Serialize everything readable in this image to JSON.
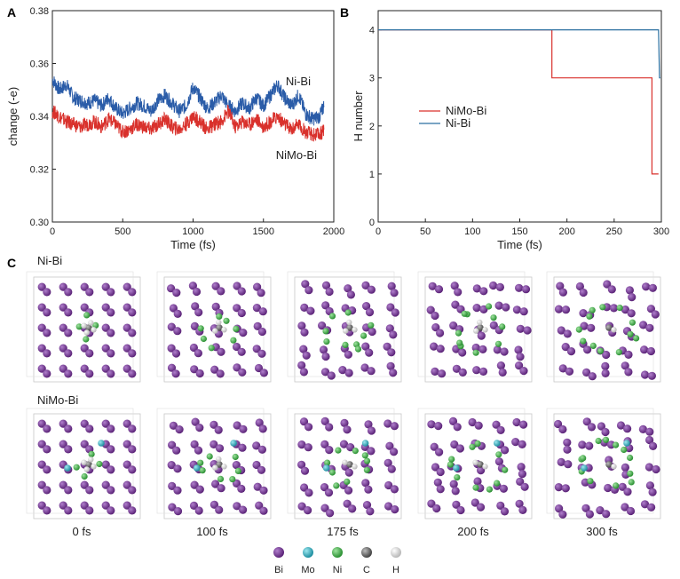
{
  "chart_data": [
    {
      "panel": "A",
      "type": "line",
      "xlabel": "Time (fs)",
      "ylabel": "change (-e)",
      "xlim": [
        0,
        2000
      ],
      "ylim": [
        0.3,
        0.38
      ],
      "xticks": [
        "0",
        "500",
        "1000",
        "1500",
        "2000"
      ],
      "yticks": [
        "0.30",
        "0.32",
        "0.34",
        "0.36",
        "0.38"
      ],
      "series": [
        {
          "name": "Ni-Bi",
          "color": "#2a5ca8",
          "x": [
            0,
            50,
            100,
            150,
            200,
            250,
            300,
            350,
            400,
            450,
            500,
            550,
            600,
            650,
            700,
            750,
            800,
            850,
            900,
            950,
            1000,
            1050,
            1100,
            1150,
            1200,
            1250,
            1300,
            1350,
            1400,
            1450,
            1500,
            1550,
            1600,
            1650,
            1700,
            1750,
            1800,
            1850,
            1900,
            1930
          ],
          "y": [
            0.354,
            0.35,
            0.352,
            0.347,
            0.346,
            0.345,
            0.346,
            0.344,
            0.347,
            0.343,
            0.341,
            0.343,
            0.345,
            0.344,
            0.342,
            0.346,
            0.348,
            0.345,
            0.342,
            0.344,
            0.351,
            0.347,
            0.343,
            0.345,
            0.348,
            0.344,
            0.342,
            0.345,
            0.343,
            0.347,
            0.344,
            0.348,
            0.352,
            0.347,
            0.344,
            0.348,
            0.341,
            0.339,
            0.34,
            0.344
          ]
        },
        {
          "name": "NiMo-Bi",
          "color": "#d9312c",
          "x": [
            0,
            50,
            100,
            150,
            200,
            250,
            300,
            350,
            400,
            450,
            500,
            550,
            600,
            650,
            700,
            750,
            800,
            850,
            900,
            950,
            1000,
            1050,
            1100,
            1150,
            1200,
            1250,
            1300,
            1350,
            1400,
            1450,
            1500,
            1550,
            1600,
            1650,
            1700,
            1750,
            1800,
            1850,
            1900,
            1930
          ],
          "y": [
            0.342,
            0.34,
            0.338,
            0.337,
            0.336,
            0.337,
            0.338,
            0.336,
            0.339,
            0.337,
            0.334,
            0.335,
            0.337,
            0.336,
            0.335,
            0.337,
            0.339,
            0.336,
            0.335,
            0.337,
            0.34,
            0.338,
            0.335,
            0.337,
            0.338,
            0.342,
            0.336,
            0.338,
            0.337,
            0.339,
            0.336,
            0.338,
            0.34,
            0.337,
            0.335,
            0.337,
            0.334,
            0.333,
            0.333,
            0.335
          ]
        }
      ],
      "annotations": [
        "Ni-Bi",
        "NiMo-Bi"
      ]
    },
    {
      "panel": "B",
      "type": "line",
      "xlabel": "Time (fs)",
      "ylabel": "H number",
      "xlim": [
        0,
        300
      ],
      "ylim": [
        0,
        4.4
      ],
      "xticks": [
        "0",
        "50",
        "100",
        "150",
        "200",
        "250",
        "300"
      ],
      "yticks": [
        "0",
        "1",
        "2",
        "3",
        "4"
      ],
      "series": [
        {
          "name": "NiMo-Bi",
          "color": "#d9312c",
          "x": [
            0,
            184,
            184,
            290,
            290,
            297
          ],
          "y": [
            4,
            4,
            3,
            3,
            1,
            1
          ]
        },
        {
          "name": "Ni-Bi",
          "color": "#2a6fa0",
          "x": [
            0,
            297,
            298,
            299
          ],
          "y": [
            4,
            4,
            3,
            3
          ]
        }
      ],
      "legend": [
        "NiMo-Bi",
        "Ni-Bi"
      ]
    }
  ],
  "panel_c": {
    "letter": "C",
    "rows": [
      {
        "label": "Ni-Bi",
        "has_mo": false
      },
      {
        "label": "NiMo-Bi",
        "has_mo": true
      }
    ],
    "time_labels": [
      "0 fs",
      "100 fs",
      "175 fs",
      "200 fs",
      "300 fs"
    ],
    "legend": [
      {
        "label": "Bi",
        "color": "#7b3a98"
      },
      {
        "label": "Mo",
        "color": "#3bb8c8"
      },
      {
        "label": "Ni",
        "color": "#43b548"
      },
      {
        "label": "C",
        "color": "#6e6e6e"
      },
      {
        "label": "H",
        "color": "#f2f2f2"
      }
    ]
  }
}
